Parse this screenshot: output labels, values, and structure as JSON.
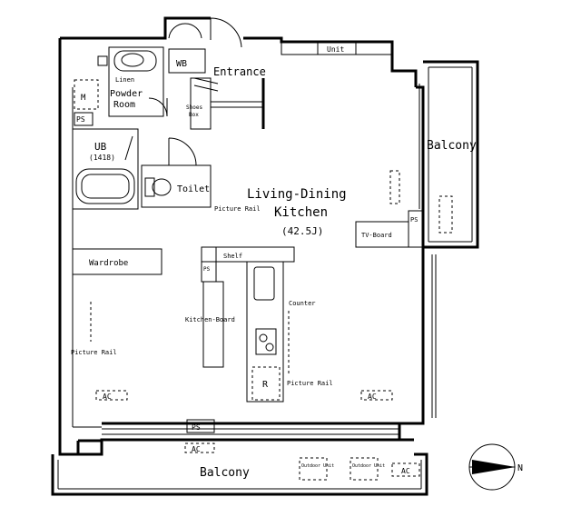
{
  "rooms": {
    "entrance": "Entrance",
    "powder_room_line1": "Powder",
    "powder_room_line2": "Room",
    "linen": "Linen",
    "wb": "WB",
    "shoes_box_line1": "Shoes",
    "shoes_box_line2": "Box",
    "ub": "UB",
    "ub_size": "(1418)",
    "toilet": "Toilet",
    "living_line1": "Living-Dining",
    "living_line2": "Kitchen",
    "living_size": "(42.5J)",
    "wardrobe": "Wardrobe",
    "balcony_east": "Balcony",
    "balcony_south": "Balcony"
  },
  "fixtures": {
    "unit": "Unit",
    "tv_board": "TV-Board",
    "shelf": "Shelf",
    "counter": "Counter",
    "kitchen_board": "Kitchen-Board",
    "refrigerator": "R",
    "ps": "PS",
    "ac": "AC",
    "picture_rail": "Picture Rail",
    "outdoor_unit": "Outdoor Unit",
    "m": "M"
  },
  "compass": {
    "north": "N"
  }
}
